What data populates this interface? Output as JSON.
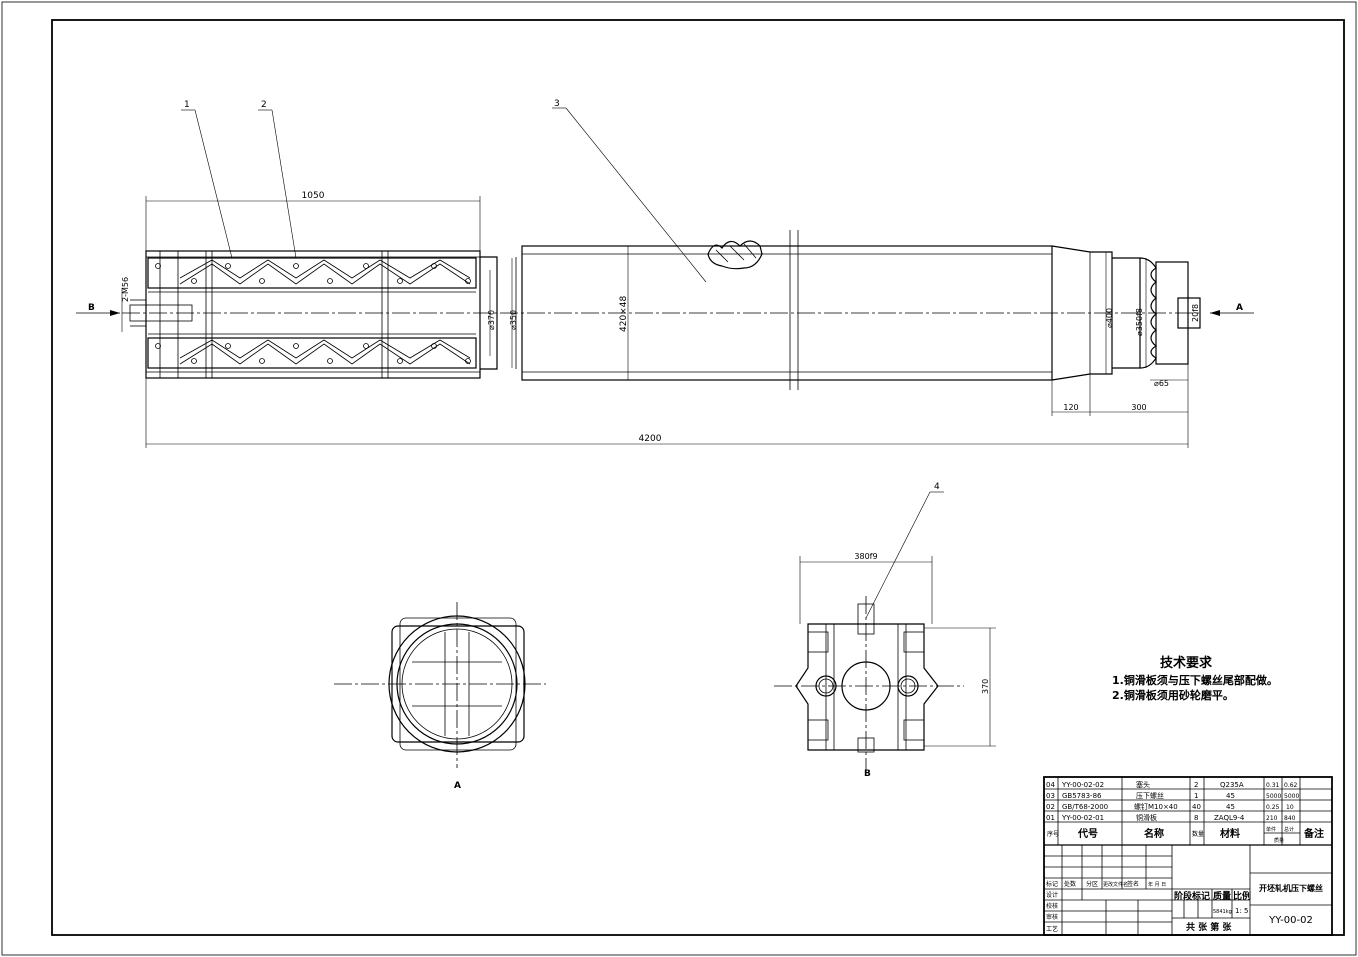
{
  "parts_table": {
    "rows": [
      {
        "no": "04",
        "code": "YY-00-02-02",
        "name": "塞头",
        "qty": "2",
        "material": "Q235A",
        "unit_mass": "0.31",
        "total_mass": "0.62"
      },
      {
        "no": "03",
        "code": "GB5783-86",
        "name": "压下螺丝",
        "qty": "1",
        "material": "45",
        "unit_mass": "5000",
        "total_mass": "5000"
      },
      {
        "no": "02",
        "code": "GB/T68-2000",
        "name": "螺钉M10×40",
        "qty": "40",
        "material": "45",
        "unit_mass": "0.25",
        "total_mass": "10"
      },
      {
        "no": "01",
        "code": "YY-00-02-01",
        "name": "铜滑板",
        "qty": "8",
        "material": "ZAQL9-4",
        "unit_mass": "210",
        "total_mass": "840"
      }
    ],
    "headers": {
      "no": "序号",
      "code": "代号",
      "name": "名称",
      "qty": "数量",
      "material": "材料",
      "unit": "单件",
      "total": "总计",
      "mass": "质量",
      "remark": "备注"
    }
  },
  "title_block": {
    "title": "开坯轧机压下螺丝",
    "drawing_no": "YY-00-02",
    "row_labels": [
      "标记",
      "设计",
      "校核",
      "审核",
      "工艺"
    ],
    "rev_headers": [
      "处数",
      "分区",
      "更改文件名",
      "签名",
      "年 月 日"
    ],
    "stage": "阶段标记",
    "mass": "质量",
    "scale_label": "比例",
    "mass_value": "5841kg",
    "scale": "1: 5",
    "sheets": "共  张  第  张"
  },
  "tech_req": {
    "title": "技术要求",
    "items": [
      "1.铜滑板须与压下螺丝尾部配做。",
      "2.铜滑板须用砂轮磨平。"
    ]
  },
  "dims": {
    "d1050": "1050",
    "d4200": "4200",
    "d120": "120",
    "d300": "300",
    "m56": "2-M56",
    "d370": "⌀370",
    "d350": "⌀350",
    "d420": "420×48",
    "d400": "⌀400",
    "d350b": "⌀350f8",
    "d65": "⌀65",
    "d20f8": "20f8",
    "d380": "380f9",
    "d370b": "370"
  },
  "balloons": {
    "b1": "1",
    "b2": "2",
    "b3": "3",
    "b4": "4"
  },
  "views": {
    "A": "A",
    "B": "B",
    "secA": "A",
    "secB": "B"
  }
}
